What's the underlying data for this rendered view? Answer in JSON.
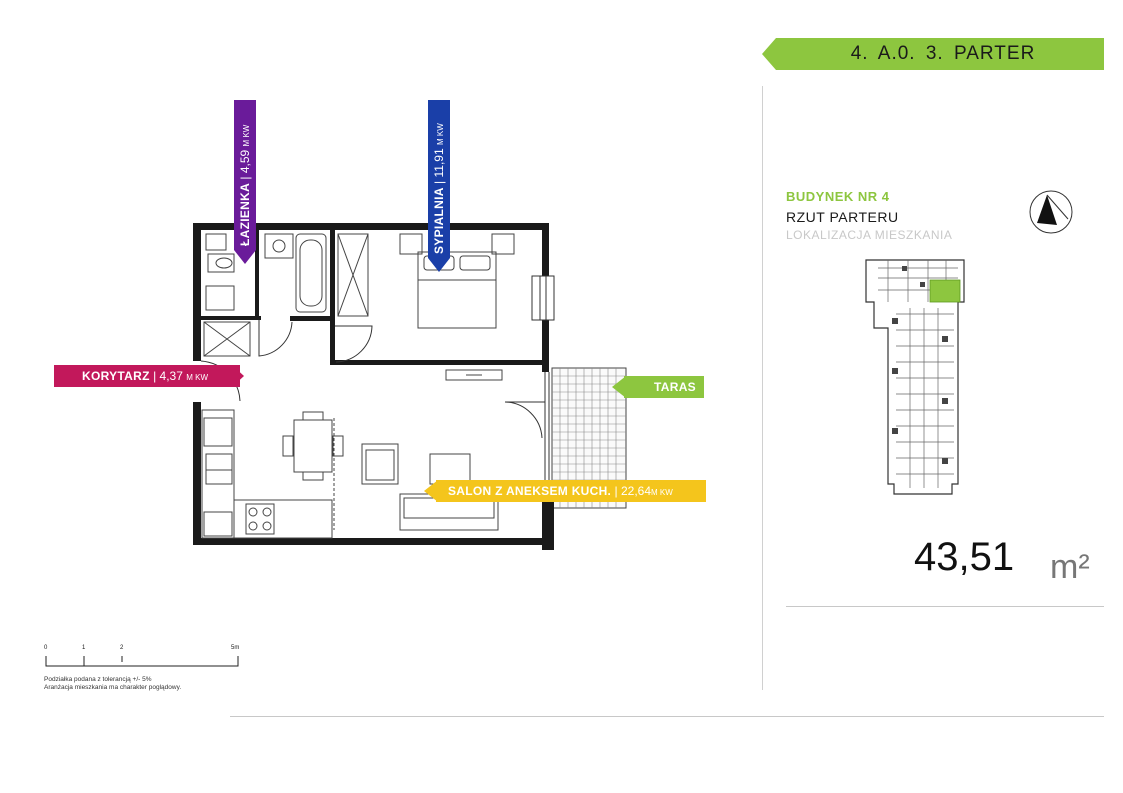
{
  "header": {
    "unit_code": "4. A.0. 3. PARTER"
  },
  "info_panel": {
    "building": "BUDYNEK NR 4",
    "plan_name": "RZUT PARTERU",
    "location_label": "LOKALIZACJA MIESZKANIA",
    "area_value": "43,51",
    "area_unit": "m²"
  },
  "rooms": {
    "lazienka": {
      "name": "ŁAZIENKA",
      "area": "4,59",
      "unit": "M KW",
      "color": "#6a1b9a"
    },
    "sypialnia": {
      "name": "SYPIALNIA",
      "area": "11,91",
      "unit": "M KW",
      "color": "#1a3fa8"
    },
    "korytarz": {
      "name": "KORYTARZ",
      "area": "4,37",
      "unit": "M KW",
      "color": "#c2185b"
    },
    "taras": {
      "name": "TARAS",
      "color": "#8dc63f"
    },
    "salon": {
      "name": "SALON Z ANEKSEM KUCH.",
      "area": "22,64",
      "unit": "M KW",
      "color": "#f4c51c"
    }
  },
  "scale": {
    "ticks": [
      "0",
      "1",
      "2",
      "5m"
    ]
  },
  "notes": [
    "Podziałka podana z tolerancją +/- 5%",
    "Aranżacja mieszkania ma charakter poglądowy."
  ],
  "colors": {
    "accent_green": "#8dc63f",
    "wall": "#1a1a1a",
    "highlight": "#8dc63f"
  }
}
